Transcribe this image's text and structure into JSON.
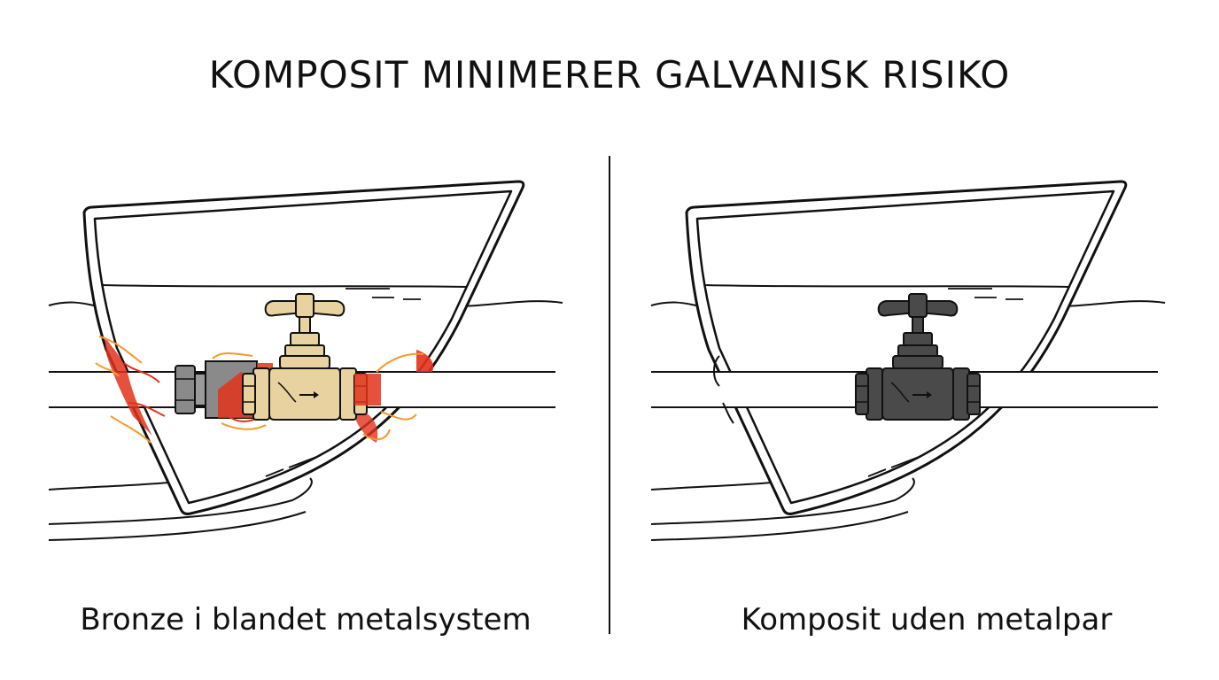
{
  "title": "KOMPOSIT MINIMERER GALVANISK RISIKO",
  "panels": [
    {
      "caption": "Bronze i blandet metalsystem",
      "valve_material": "bronze",
      "corrosion": true
    },
    {
      "caption": "Komposit uden metalpar",
      "valve_material": "composite",
      "corrosion": false
    }
  ],
  "colors": {
    "line": "#111111",
    "bronze": "#e8d3a0",
    "bronze_dark": "#c9ad6e",
    "steel": "#8a8a8a",
    "composite": "#4a4a4a",
    "corrosion_red": "#e2321b",
    "corrosion_orange": "#f59a2a"
  }
}
